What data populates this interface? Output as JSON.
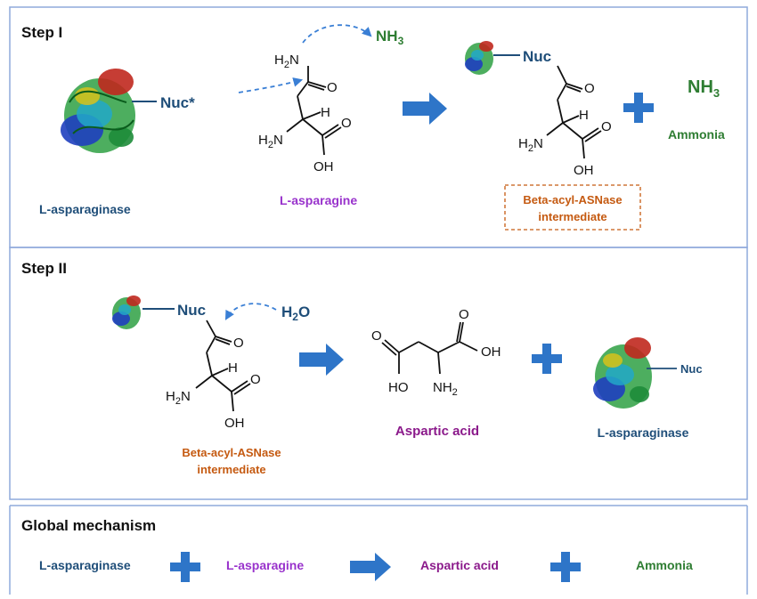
{
  "colors": {
    "frame": "#8faadc",
    "arrow": "#2e75c8",
    "protein_label": "#1f4e79",
    "asparagine": "#9933cc",
    "aspartic": "#8b1a8b",
    "ammonia": "#2e7d32",
    "intermediate": "#c55a11",
    "water": "#1f4e79",
    "dashed_arrow": "#3a7fd5",
    "bond": "#111111"
  },
  "step1": {
    "title": "Step I",
    "enzyme_label": "L-asparaginase",
    "nuc_star": "Nuc*",
    "nh3_leaving": "NH",
    "substrate_label": "L-asparagine",
    "nuc": "Nuc",
    "intermediate_line1": "Beta-acyl-ASNase",
    "intermediate_line2": "intermediate",
    "nh3_product": "NH",
    "ammonia_label": "Ammonia",
    "h2n": "H",
    "h2n_tail": "N",
    "h2n_amide": "H",
    "h2n_amide_tail": "N",
    "subscript_2": "2",
    "subscript_3": "3",
    "atom_o": "O",
    "atom_h": "H",
    "atom_oh": "OH"
  },
  "step2": {
    "title": "Step II",
    "nuc": "Nuc",
    "water": "H",
    "water_tail": "O",
    "intermediate_line1": "Beta-acyl-ASNase",
    "intermediate_line2": "intermediate",
    "product_label": "Aspartic acid",
    "enzyme_nuc": "Nuc",
    "enzyme_label": "L-asparaginase",
    "atom_oh": "OH",
    "atom_ho": "HO",
    "atom_o": "O",
    "atom_h": "H",
    "nh2": "NH",
    "h2n": "H",
    "h2n_tail": "N",
    "subscript_2": "2"
  },
  "global": {
    "title": "Global mechanism",
    "enzyme": "L-asparaginase",
    "substrate": "L-asparagine",
    "product": "Aspartic acid",
    "byproduct": "Ammonia"
  }
}
